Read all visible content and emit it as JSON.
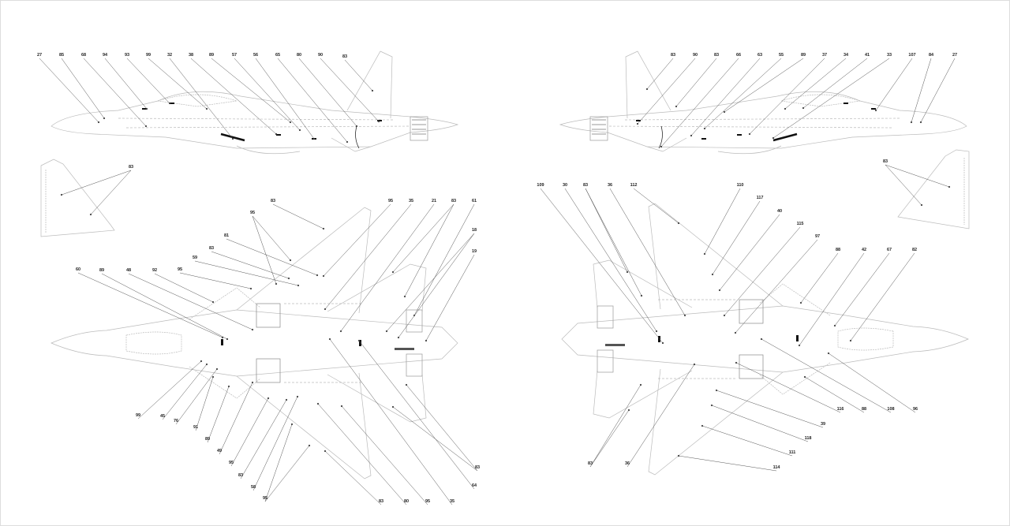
{
  "side_left": {
    "callouts": [
      "27",
      "85",
      "68",
      "94",
      "93",
      "99",
      "32",
      "38",
      "89",
      "57",
      "56",
      "65",
      "80",
      "90",
      "83"
    ]
  },
  "side_right": {
    "callouts": [
      "83",
      "90",
      "83",
      "66",
      "63",
      "55",
      "89",
      "37",
      "34",
      "41",
      "33",
      "107",
      "84",
      "27"
    ]
  },
  "tail_left": {
    "callouts": [
      "83"
    ]
  },
  "tail_right": {
    "callouts": [
      "83"
    ]
  },
  "top_view": {
    "callouts": [
      "83",
      "95",
      "81",
      "83",
      "59",
      "95",
      "60",
      "89",
      "48",
      "92",
      "95",
      "35",
      "21",
      "83",
      "61",
      "18",
      "19",
      "99",
      "45",
      "76",
      "91",
      "89",
      "49",
      "95",
      "83",
      "58",
      "95",
      "83",
      "80",
      "95",
      "35",
      "64",
      "83"
    ]
  },
  "bottom_view": {
    "callouts": [
      "109",
      "30",
      "83",
      "36",
      "112",
      "110",
      "117",
      "40",
      "115",
      "97",
      "88",
      "42",
      "67",
      "82",
      "116",
      "88",
      "108",
      "96",
      "39",
      "118",
      "111",
      "114",
      "83",
      "36"
    ]
  },
  "colors": {
    "line": "#bbbbbb",
    "leader": "#555555",
    "stencil": "#111111"
  }
}
